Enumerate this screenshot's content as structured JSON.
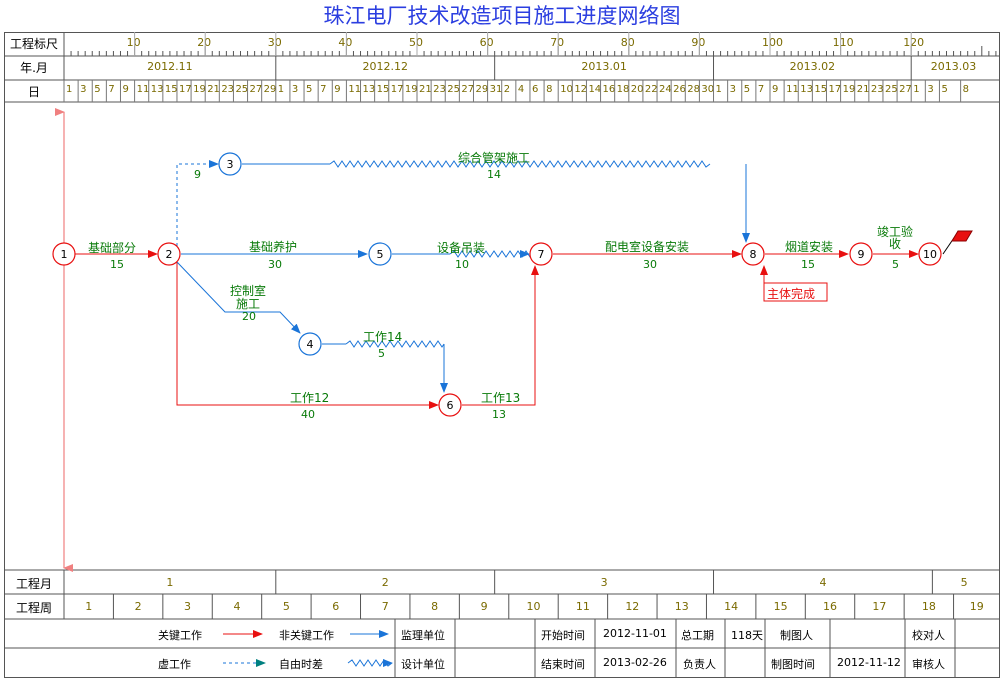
{
  "title": "珠江电厂技术改造项目施工进度网络图",
  "header": {
    "row1_label": "工程标尺",
    "row2_label": "年.月",
    "row3_label": "日",
    "ruler_ticks": [
      "10",
      "20",
      "30",
      "40",
      "50",
      "60",
      "70",
      "80",
      "90",
      "100",
      "110",
      "120"
    ],
    "months": [
      "2012.11",
      "2012.12",
      "2013.01",
      "2013.02",
      "2013.03"
    ],
    "days": [
      "1",
      "3",
      "5",
      "7",
      "9",
      "11",
      "13",
      "15",
      "17",
      "19",
      "21",
      "23",
      "25",
      "27",
      "29",
      "1",
      "3",
      "5",
      "7",
      "9",
      "11",
      "13",
      "15",
      "17",
      "19",
      "21",
      "23",
      "25",
      "27",
      "29",
      "31",
      "2",
      "4",
      "6",
      "8",
      "10",
      "12",
      "14",
      "16",
      "18",
      "20",
      "22",
      "24",
      "26",
      "28",
      "30",
      "1",
      "3",
      "5",
      "7",
      "9",
      "11",
      "13",
      "15",
      "17",
      "19",
      "21",
      "23",
      "25",
      "27",
      "1",
      "3",
      "5",
      "8"
    ]
  },
  "nodes": [
    "1",
    "2",
    "3",
    "4",
    "5",
    "6",
    "7",
    "8",
    "9",
    "10"
  ],
  "activities": [
    {
      "name": "基础部分",
      "duration": "15",
      "type": "critical"
    },
    {
      "name": "综合管架施工",
      "duration": "14",
      "type": "non-critical"
    },
    {
      "name": "基础养护",
      "duration": "30",
      "type": "non-critical"
    },
    {
      "name": "控制室施工",
      "duration": "20",
      "type": "non-critical"
    },
    {
      "name": "设备吊装",
      "duration": "10",
      "type": "non-critical"
    },
    {
      "name": "工作14",
      "duration": "5",
      "type": "non-critical"
    },
    {
      "name": "工作12",
      "duration": "40",
      "type": "critical"
    },
    {
      "name": "工作13",
      "duration": "13",
      "type": "critical"
    },
    {
      "name": "配电室设备安装",
      "duration": "30",
      "type": "critical"
    },
    {
      "name": "烟道安装",
      "duration": "15",
      "type": "critical"
    },
    {
      "name": "竣工验收",
      "duration": "5",
      "type": "critical"
    }
  ],
  "dummy_duration": "9",
  "milestone": "主体完成",
  "footer": {
    "proj_month_label": "工程月",
    "proj_months": [
      "1",
      "2",
      "3",
      "4",
      "5"
    ],
    "proj_week_label": "工程周",
    "proj_weeks": [
      "1",
      "2",
      "3",
      "4",
      "5",
      "6",
      "7",
      "8",
      "9",
      "10",
      "11",
      "12",
      "13",
      "14",
      "15",
      "16",
      "17",
      "18",
      "19"
    ]
  },
  "legend": {
    "critical": "关键工作",
    "noncritical": "非关键工作",
    "dummy": "虚工作",
    "float": "自由时差",
    "supervisor": "监理单位",
    "designer": "设计单位",
    "start_label": "开始时间",
    "start_value": "2012-11-01",
    "end_label": "结束时间",
    "end_value": "2013-02-26",
    "total_label": "总工期",
    "total_value": "118天",
    "owner_label": "负责人",
    "drawer_label": "制图人",
    "draw_time_label": "制图时间",
    "draw_time_value": "2012-11-12",
    "checker_label": "校对人",
    "reviewer_label": "审核人"
  },
  "colors": {
    "critical": "#e81010",
    "noncritical": "#1a74d8",
    "dummy": "#1a74d8",
    "float_wave": "#1a74d8",
    "title": "#2b3ee0",
    "text_green": "#087a08",
    "node_red": "#e81010",
    "node_blue": "#1a74d8"
  }
}
